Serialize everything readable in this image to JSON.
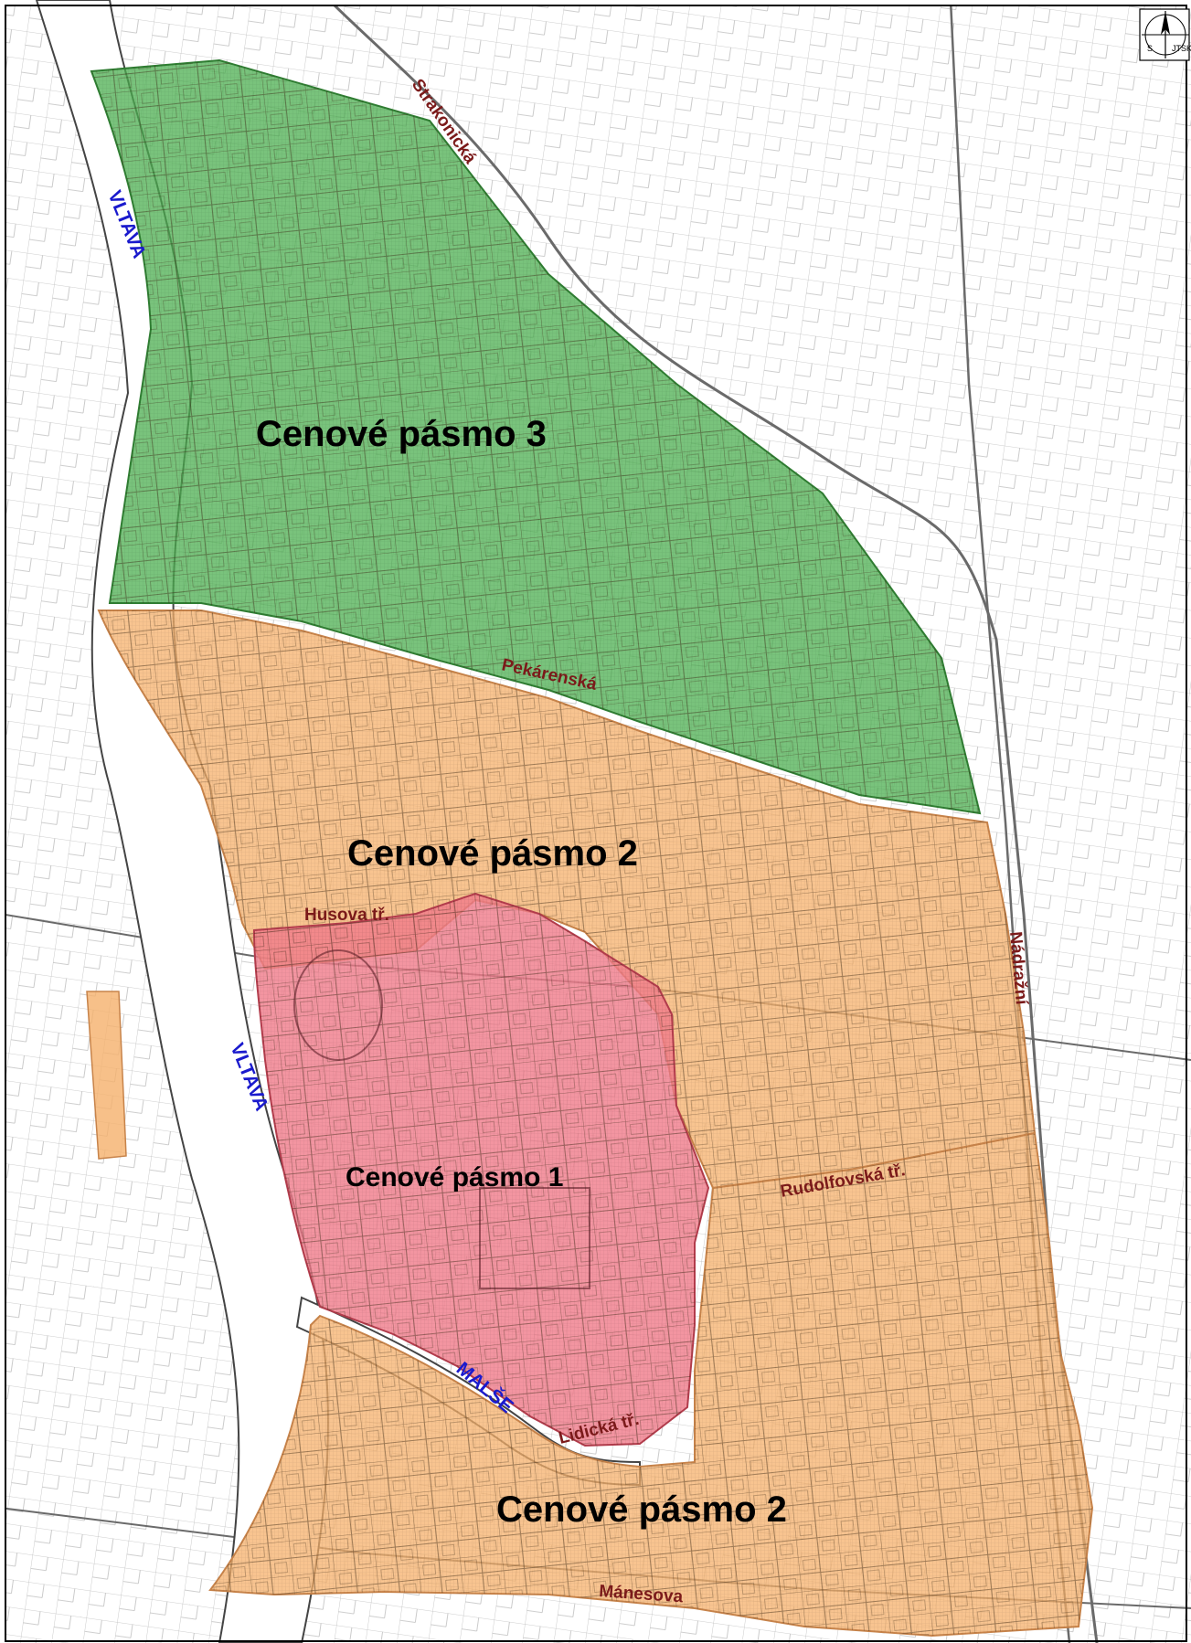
{
  "zones": [
    {
      "id": "zone3",
      "label": "Cenové pásmo 3",
      "color": "#4caf50"
    },
    {
      "id": "zone2-north",
      "label": "Cenové pásmo 2",
      "color": "#f5b06b"
    },
    {
      "id": "zone1",
      "label": "Cenové pásmo 1",
      "color": "#f07a8a"
    },
    {
      "id": "zone2-south",
      "label": "Cenové pásmo 2",
      "color": "#f5b06b"
    }
  ],
  "streets": {
    "strakonicka": "Strakonická",
    "pekarenska": "Pekárenská",
    "nadrazni": "Nádražní",
    "husova": "Husova tř.",
    "rudolfovska": "Rudolfovská tř.",
    "lidicka": "Lidická tř.",
    "manesova": "Mánesova"
  },
  "rivers": {
    "vltava_north": "VLTAVA",
    "vltava_south": "VLTAVA",
    "malse": "MALŠE"
  },
  "compass": {
    "left": "S",
    "right": "JTSK"
  },
  "colors": {
    "street_label": "#7b1a1a",
    "river_label": "#1a1acd",
    "zone3": "#4caf50",
    "zone2": "#f5b06b",
    "zone1": "#f07a8a"
  }
}
